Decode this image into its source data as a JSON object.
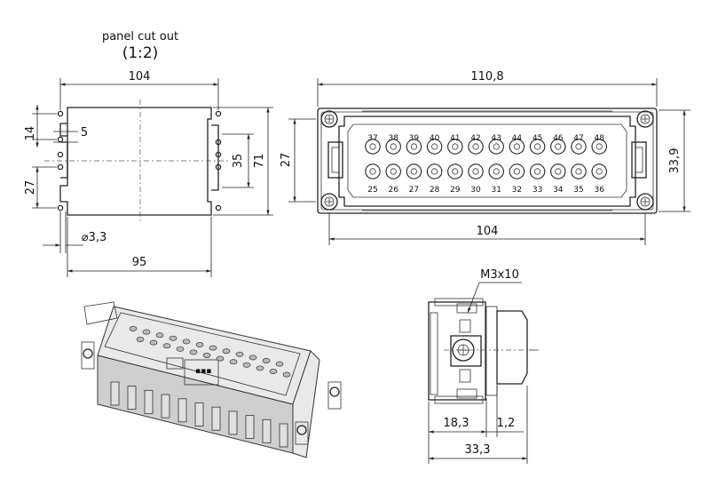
{
  "title": "panel cut out",
  "scale": "(1:2)",
  "cutout": {
    "width_label": "104",
    "hole_label": "⌀3,3",
    "inner_width_label": "95",
    "dim_14": "14",
    "dim_5": "5",
    "dim_27": "27",
    "dim_35": "35",
    "dim_71": "71"
  },
  "front": {
    "width_label": "110,8",
    "inner_width_label": "104",
    "height_left_label": "27",
    "height_right_label": "33,9",
    "top_row_numbers": [
      "37",
      "38",
      "39",
      "40",
      "41",
      "42",
      "43",
      "44",
      "45",
      "46",
      "47",
      "48"
    ],
    "bottom_row_numbers": [
      "25",
      "26",
      "27",
      "28",
      "29",
      "30",
      "31",
      "32",
      "33",
      "34",
      "35",
      "36"
    ]
  },
  "side": {
    "screw_label": "M3x10",
    "dim_18_3": "18,3",
    "dim_1_2": "1,2",
    "dim_33_3": "33,3"
  }
}
